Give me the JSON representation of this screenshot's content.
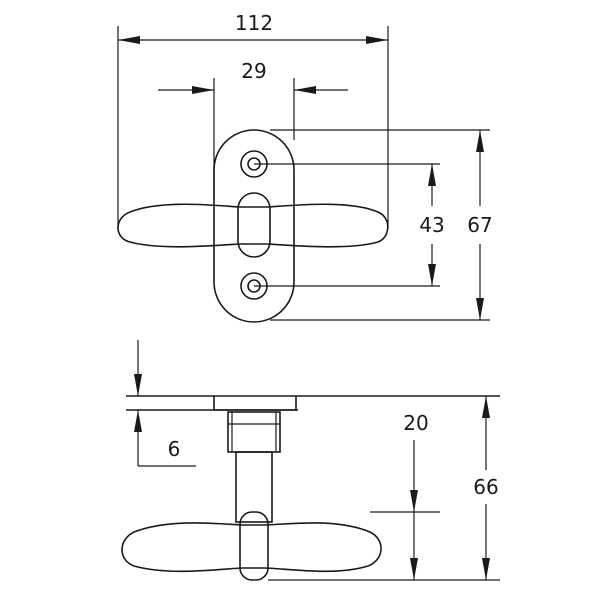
{
  "dimensions": {
    "overall_width": "112",
    "hole_spacing_horizontal": "29",
    "hole_spacing_vertical": "43",
    "plate_height": "67",
    "plate_thickness": "6",
    "stem_length": "20",
    "total_height": "66"
  }
}
